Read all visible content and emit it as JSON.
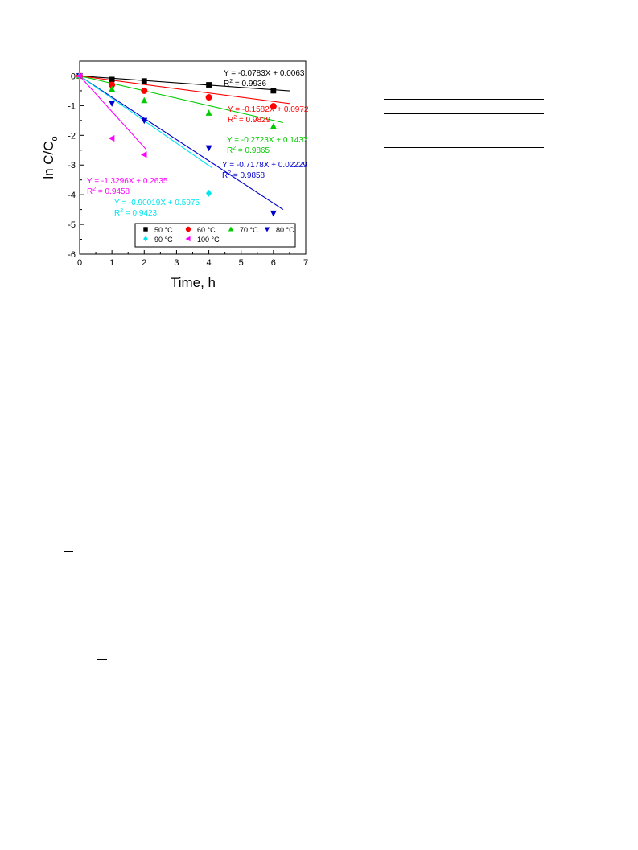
{
  "chart_data": {
    "type": "scatter",
    "xlabel": "Time, h",
    "ylabel": "ln C/C",
    "ylabel_sub": "o",
    "xlim": [
      0,
      7
    ],
    "ylim": [
      -6,
      0.5
    ],
    "xticks": [
      "0",
      "1",
      "2",
      "3",
      "4",
      "5",
      "6",
      "7"
    ],
    "yticks": [
      "0",
      "-1",
      "-2",
      "-3",
      "-4",
      "-5",
      "-6"
    ],
    "grid": false,
    "legend_position": "bottom-right",
    "series": [
      {
        "name": "50 °C",
        "color": "#000000",
        "marker": "square",
        "x": [
          0,
          1,
          2,
          4,
          6
        ],
        "y": [
          0,
          -0.12,
          -0.17,
          -0.3,
          -0.5
        ],
        "fit": {
          "slope": -0.0783,
          "intercept": 0.0063,
          "x_end": 6.5
        },
        "equation": "Y = -0.0783X + 0.0063",
        "r2_label": "R",
        "r2_sup": "2",
        "r2_value": " = 0.9936"
      },
      {
        "name": "60 °C",
        "color": "#ff0000",
        "marker": "circle",
        "x": [
          0,
          1,
          2,
          4,
          6
        ],
        "y": [
          0,
          -0.3,
          -0.5,
          -0.72,
          -1.02
        ],
        "fit": {
          "slope": -0.1582,
          "intercept": 0.0972,
          "x_end": 6.5
        },
        "equation": "Y = -0.1582X + 0.0972",
        "r2_label": "R",
        "r2_sup": "2",
        "r2_value": " = 0.9829"
      },
      {
        "name": "70 °C",
        "color": "#00cc00",
        "marker": "triangle-up",
        "x": [
          0,
          1,
          2,
          4,
          6
        ],
        "y": [
          0,
          -0.45,
          -0.83,
          -1.25,
          -1.7
        ],
        "fit": {
          "slope": -0.2723,
          "intercept": 0.1437,
          "x_end": 6.3
        },
        "equation": "Y = -0.2723X + 0.1437",
        "r2_label": "R",
        "r2_sup": "2",
        "r2_value": " = 0.9865"
      },
      {
        "name": "80 °C",
        "color": "#0000cc",
        "marker": "triangle-down",
        "x": [
          0,
          1,
          2,
          4,
          6
        ],
        "y": [
          0,
          -0.92,
          -1.5,
          -2.42,
          -4.62
        ],
        "fit": {
          "slope": -0.7178,
          "intercept": 0.02229,
          "x_end": 6.3
        },
        "equation": "Y = -0.7178X + 0.02229",
        "r2_label": "R",
        "r2_sup": "2",
        "r2_value": " = 0.9858"
      },
      {
        "name": "90 °C",
        "color": "#00e5ee",
        "marker": "diamond",
        "x": [
          0,
          4
        ],
        "y": [
          0,
          -3.95
        ],
        "fit": {
          "slope": -0.90019,
          "intercept": 0.5975,
          "x_end": 4.1
        },
        "equation": "Y = -0.90019X + 0.5975",
        "r2_label": "R",
        "r2_sup": "2",
        "r2_value": " = 0.9423"
      },
      {
        "name": "100 °C",
        "color": "#ff00ff",
        "marker": "triangle-left",
        "x": [
          0,
          1,
          2
        ],
        "y": [
          0,
          -2.1,
          -2.65
        ],
        "fit": {
          "slope": -1.3296,
          "intercept": 0.2635,
          "x_end": 2.05
        },
        "equation": "Y = -1.3296X + 0.2635",
        "r2_label": "R",
        "r2_sup": "2",
        "r2_value": " = 0.9458"
      }
    ]
  }
}
